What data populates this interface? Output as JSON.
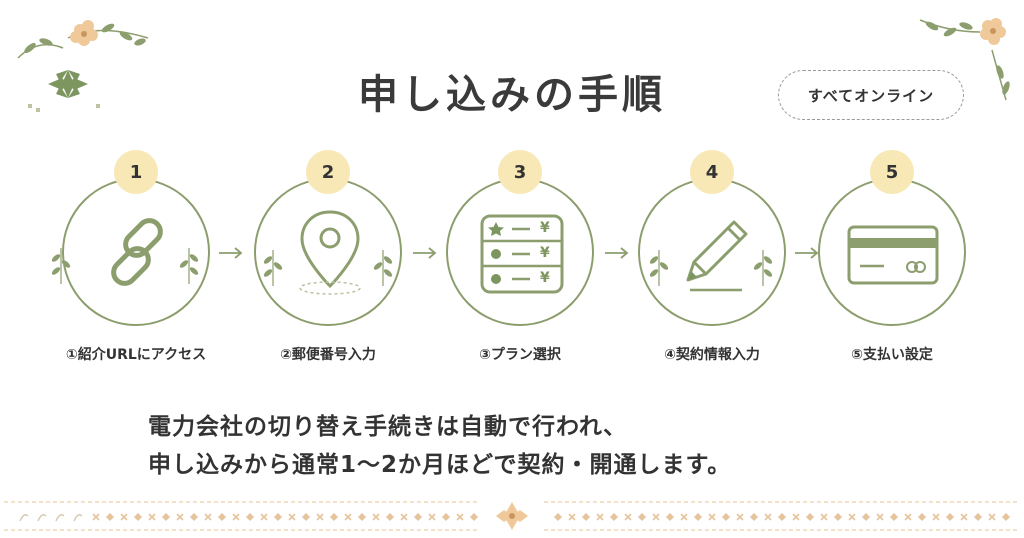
{
  "title": "申し込みの手順",
  "badge": "すべてオンライン",
  "steps": [
    {
      "num": "1",
      "label": "①紹介URLにアクセス",
      "icon": "link-icon"
    },
    {
      "num": "2",
      "label": "②郵便番号入力",
      "icon": "map-pin-icon"
    },
    {
      "num": "3",
      "label": "③プラン選択",
      "icon": "plan-list-icon"
    },
    {
      "num": "4",
      "label": "④契約情報入力",
      "icon": "pencil-icon"
    },
    {
      "num": "5",
      "label": "⑤支払い設定",
      "icon": "credit-card-icon"
    }
  ],
  "plan_icon": {
    "yen": "¥"
  },
  "description": {
    "line1": "電力会社の切り替え手続きは自動で行われ、",
    "line2": "申し込みから通常1〜2か月ほどで契約・開通します。"
  },
  "colors": {
    "accent_green": "#8c9e6e",
    "number_bg": "#f8e8b5",
    "flower": "#efc99a"
  }
}
